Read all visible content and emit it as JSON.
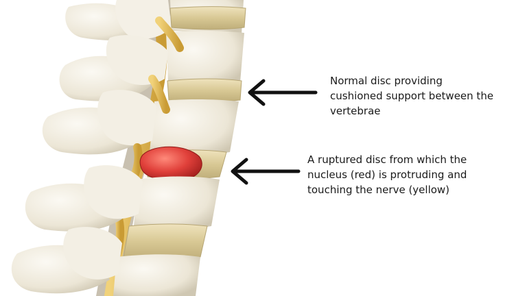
{
  "annotations": {
    "normal_disc": {
      "lines": [
        "Normal disc providing",
        "cushioned support between the",
        "vertebrae"
      ]
    },
    "ruptured_disc": {
      "lines": [
        "A ruptured disc from which the",
        "nucleus (red) is protruding and",
        "touching the nerve (yellow)"
      ]
    }
  },
  "colors": {
    "background": "#ffffff",
    "bone": "#f1ece0",
    "bone_shadow": "#cdc6b3",
    "disc": "#ddcfa4",
    "nerve": "#e2bd57",
    "nucleus": "#e0403a",
    "arrow": "#111111",
    "text": "#1a1a1a"
  }
}
